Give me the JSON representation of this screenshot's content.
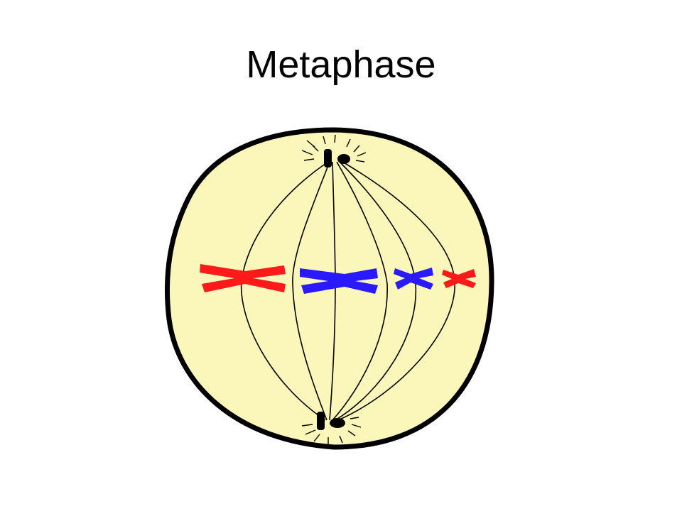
{
  "slide": {
    "title": "Metaphase"
  },
  "cell": {
    "fill_color": "#fbf6b9",
    "outline_color": "#000000",
    "spindle_color": "#000000"
  },
  "chromosomes": [
    {
      "name": "red-chromosome-large",
      "color": "#ff1a1a"
    },
    {
      "name": "blue-chromosome-large",
      "color": "#2a1aff"
    },
    {
      "name": "blue-chromosome-small",
      "color": "#2a1aff"
    },
    {
      "name": "red-chromosome-small",
      "color": "#ff1a1a"
    }
  ]
}
